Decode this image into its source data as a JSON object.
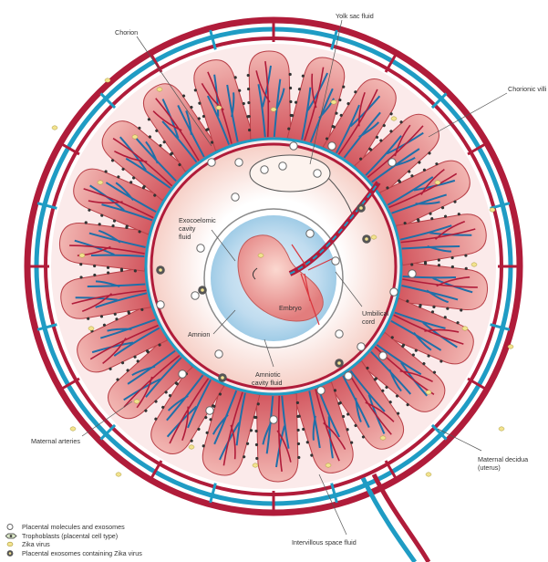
{
  "labels": {
    "yolk_sac_fluid": "Yolk sac fluid",
    "chorion": "Chorion",
    "chorionic_villi": "Chorionic villi",
    "exocoelomic": [
      "Exocoelomic",
      "cavity",
      "fluid"
    ],
    "embryo": "Embryo",
    "umbilical_cord": [
      "Umbilical",
      "cord"
    ],
    "amnion": "Amnion",
    "amniotic_fluid": [
      "Amniotic",
      "cavity fluid"
    ],
    "maternal_arteries": "Maternal arteries",
    "maternal_decidua": [
      "Maternal decidua",
      "(uterus)"
    ],
    "intervillous": "Intervillous space fluid"
  },
  "legend": [
    {
      "symbol": "open-circle-icon",
      "text": "Placental molecules and exosomes"
    },
    {
      "symbol": "trophoblast-icon",
      "text": "Trophoblasts (placental cell type)"
    },
    {
      "symbol": "yellow-oval-icon",
      "text": "Zika virus"
    },
    {
      "symbol": "filled-circle-icon",
      "text": "Placental exosomes containing Zika virus"
    }
  ],
  "colors": {
    "maternal_red": "#b01c3a",
    "vessel_blue": "#1f9cc4",
    "villi_pink": "#d95a63",
    "amniotic_blue": "#b8d9ee",
    "embryo_pink": "#e58a8a",
    "zika_yellow": "#f3e38f"
  }
}
